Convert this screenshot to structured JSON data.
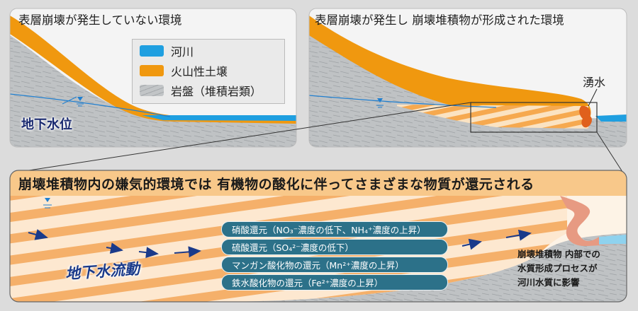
{
  "panels": {
    "left_title": "表層崩壊が発生していない環境",
    "right_title": "表層崩壊が発生し 崩壊堆積物が形成された環境"
  },
  "legend": {
    "items": [
      {
        "label": "河川",
        "color": "#1f9fe0"
      },
      {
        "label": "火山性土壌",
        "color": "#f0980f"
      },
      {
        "label": "岩盤（堆積岩類）",
        "color": "#b8bcbf"
      }
    ]
  },
  "labels": {
    "groundwater_level": "地下水位",
    "spring": "湧水",
    "groundwater_flow": "地下水流動"
  },
  "banner": {
    "text": "崩壊堆積物内の嫌気的環境では 有機物の酸化に伴ってさまざまな物質が還元される"
  },
  "processes": [
    "硝酸還元（NO₃⁻濃度の低下、NH₄⁺濃度の上昇）",
    "硫酸還元（SO₄²⁻濃度の低下）",
    "マンガン酸化物の還元（Mn²⁺濃度の上昇）",
    "鉄水酸化物の還元（Fe²⁺濃度の上昇）"
  ],
  "note": {
    "lines": [
      "崩壊堆積物 内部での",
      "水質形成プロセスが",
      "河川水質に影響"
    ]
  },
  "colors": {
    "soil": "#f0980f",
    "river": "#1f9fe0",
    "rock": "#b8bcbf",
    "deposit_stripe": "#f5a64a",
    "pill": "#2c7189",
    "flow": "#1a3a8a"
  }
}
